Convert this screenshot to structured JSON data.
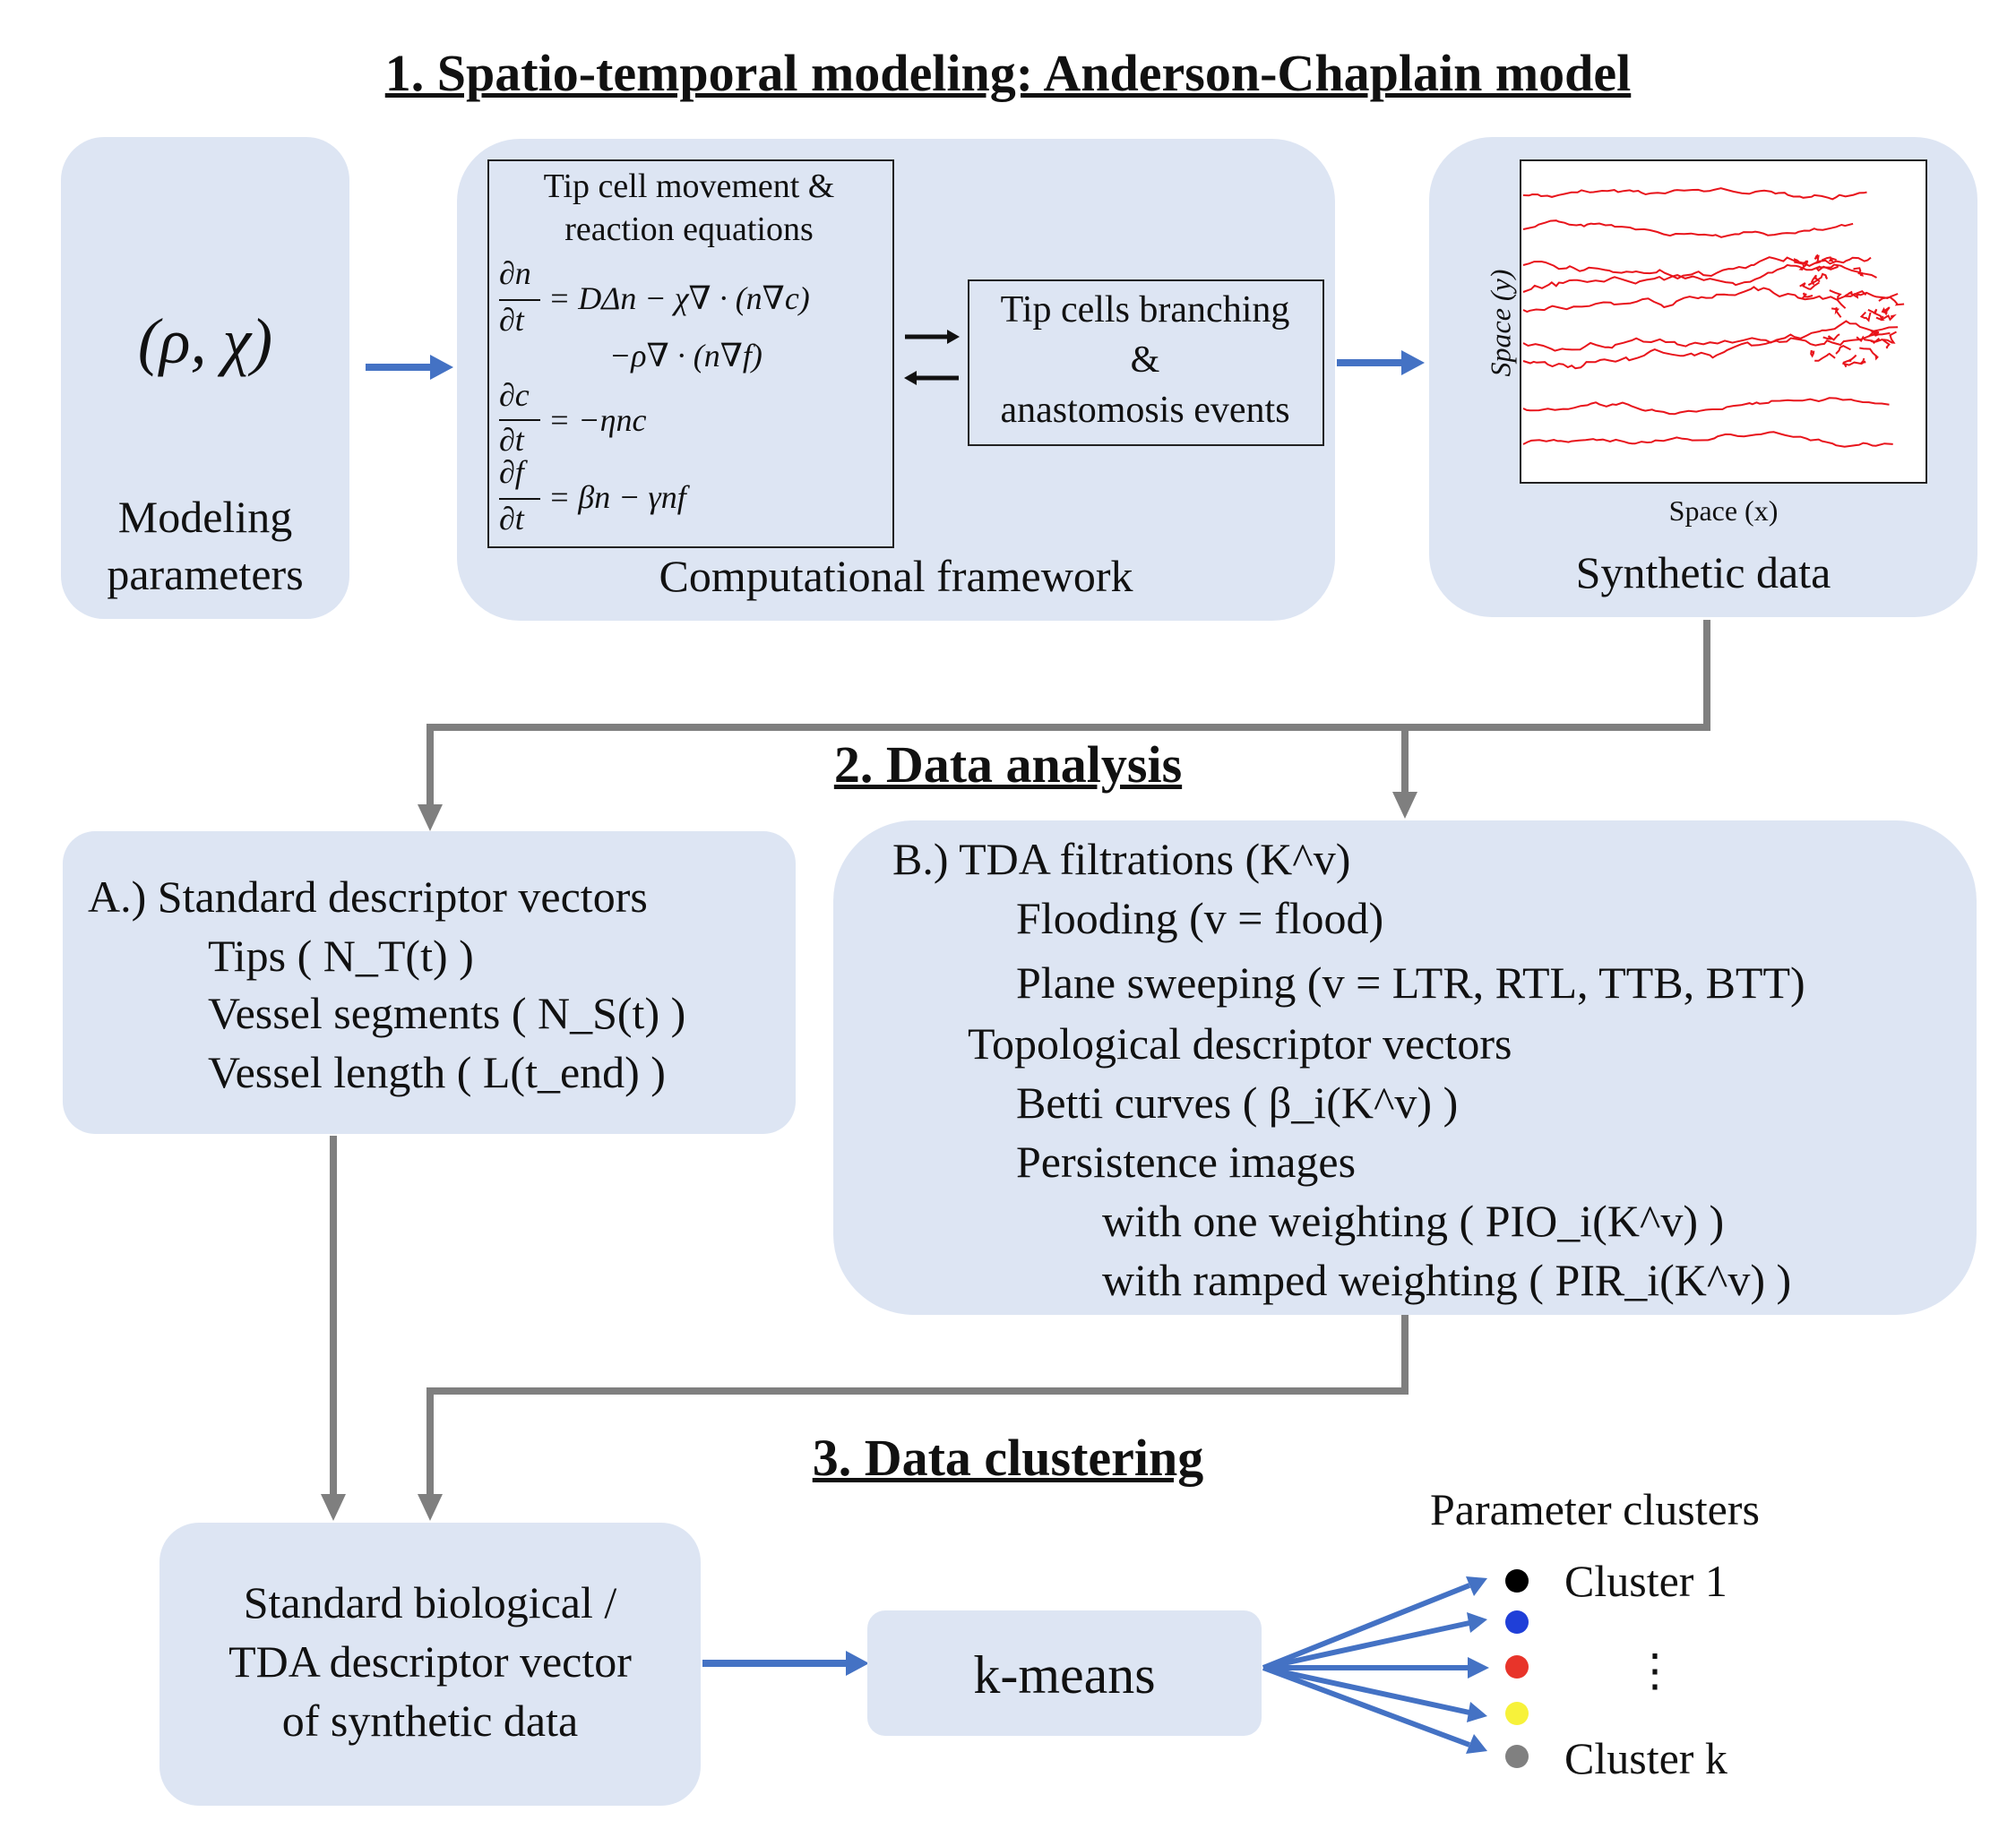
{
  "section1": {
    "heading": "1. Spatio-temporal modeling: Anderson-Chaplain model"
  },
  "params_box": {
    "symbol": "(ρ, χ)",
    "label_line1": "Modeling",
    "label_line2": "parameters"
  },
  "framework_box": {
    "inner_title_line1": "Tip cell movement &",
    "inner_title_line2": "reaction equations",
    "eq1_num": "∂n",
    "eq1_den": "∂t",
    "eq1_rhs": "= DΔn − χ∇ · (n∇c)",
    "eq1_rhs2": "−ρ∇ · (n∇f)",
    "eq2_num": "∂c",
    "eq2_den": "∂t",
    "eq2_rhs": "= −ηnc",
    "eq3_num": "∂f",
    "eq3_den": "∂t",
    "eq3_rhs": "= βn − γnf",
    "events_line1": "Tip cells branching",
    "events_line2": "&",
    "events_line3": "anastomosis events",
    "caption": "Computational framework"
  },
  "synthetic_box": {
    "ylabel": "Space (y)",
    "xlabel": "Space (x)",
    "caption": "Synthetic data",
    "vessel_color": "#e8141b"
  },
  "section2": {
    "heading": "2. Data analysis"
  },
  "box_a": {
    "title": "A.) Standard descriptor vectors",
    "item1": "Tips ( N_T(t) )",
    "item2": "Vessel segments ( N_S(t) )",
    "item3": "Vessel length ( L(t_end) )"
  },
  "box_b": {
    "title": "B.) TDA filtrations (K^v)",
    "line1": "Flooding (v = flood)",
    "line2": "Plane sweeping (v = LTR, RTL, TTB, BTT)",
    "line3": "Topological descriptor vectors",
    "line4": "Betti curves ( β_i(K^v) )",
    "line5": "Persistence images",
    "line6": "with one weighting ( PIO_i(K^v) )",
    "line7": "with ramped weighting ( PIR_i(K^v) )"
  },
  "section3": {
    "heading": "3. Data clustering"
  },
  "vector_box": {
    "line1": "Standard biological /",
    "line2": "TDA descriptor vector",
    "line3": "of synthetic data"
  },
  "kmeans_box": {
    "label": "k-means"
  },
  "clusters": {
    "title": "Parameter clusters",
    "first": "Cluster 1",
    "ellipsis": "⋮",
    "last": "Cluster k",
    "dot_colors": [
      "#000000",
      "#1f3fd8",
      "#e8342a",
      "#f7f23a",
      "#808080"
    ]
  },
  "colors": {
    "box": "#dde5f3",
    "blue_arrow": "#4472c4",
    "grey_arrow": "#7f7f7f"
  }
}
